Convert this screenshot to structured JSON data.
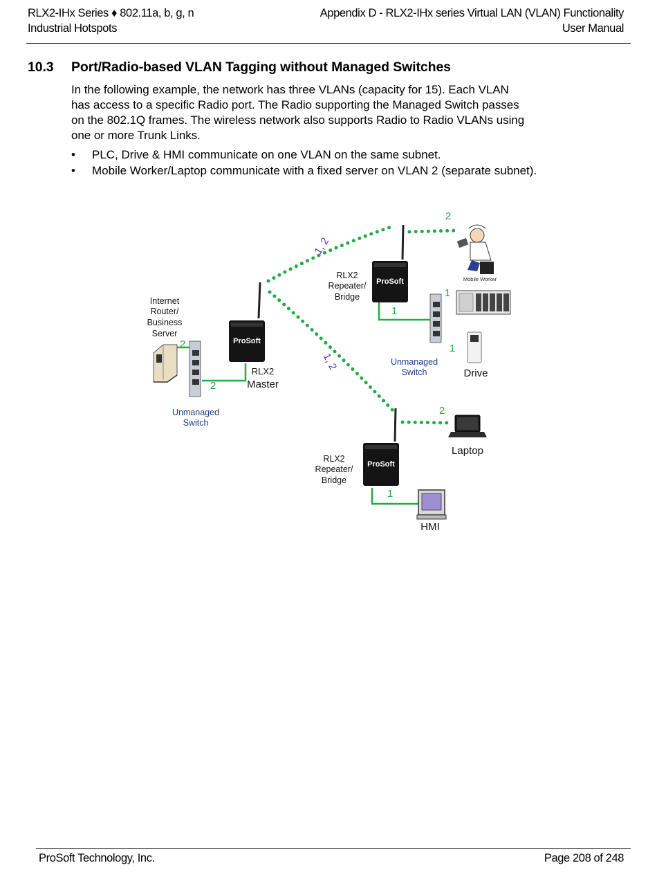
{
  "header": {
    "left_line1": "RLX2-IHx Series ♦ 802.11a, b, g, n",
    "left_line2": "Industrial Hotspots",
    "right_line1": "Appendix D - RLX2-IHx series Virtual LAN (VLAN) Functionality",
    "right_line2": "User Manual"
  },
  "section": {
    "number": "10.3",
    "title": "Port/Radio-based VLAN Tagging without Managed Switches"
  },
  "body": {
    "line1": "In the following example, the network has three VLANs (capacity for 15). Each VLAN",
    "line2": "has access to a specific Radio port. The Radio supporting the Managed Switch passes",
    "line3": "on the 802.1Q frames. The wireless network also supports Radio to Radio VLANs using",
    "line4": "one or more Trunk Links."
  },
  "bullets": [
    {
      "symbol": "•",
      "text": "PLC, Drive & HMI communicate on one VLAN on the same subnet."
    },
    {
      "symbol": "•",
      "text": "Mobile Worker/Laptop communicate with a fixed server on VLAN 2 (separate subnet)."
    }
  ],
  "diagram": {
    "server_label": [
      "Internet",
      "Router/",
      "Business",
      "Server"
    ],
    "switch_left_label": [
      "Unmanaged",
      "Switch"
    ],
    "master_label": [
      "RLX2",
      "Master"
    ],
    "repeater_top_label": [
      "RLX2",
      "Repeater/",
      "Bridge"
    ],
    "repeater_bottom_label": [
      "RLX2",
      "Repeater/",
      "Bridge"
    ],
    "switch_right_label": [
      "Unmanaged",
      "Switch"
    ],
    "mobile_worker_label": "Mobile Worker",
    "drive_label": "Drive",
    "laptop_label": "Laptop",
    "hmi_label": "HMI",
    "radio_brand": "ProSoft",
    "link_label_trunk": "1, 2",
    "link_label_vlan1": "1",
    "link_label_vlan2": "2",
    "colors": {
      "wireless_link": "#22aa44",
      "wired_link": "#22aa44",
      "trunk_label": "#6633aa",
      "switch_label": "#1a3a8a",
      "vlan_label": "#22aa44"
    }
  },
  "footer": {
    "left": "ProSoft Technology, Inc.",
    "right": "Page 208 of 248"
  }
}
